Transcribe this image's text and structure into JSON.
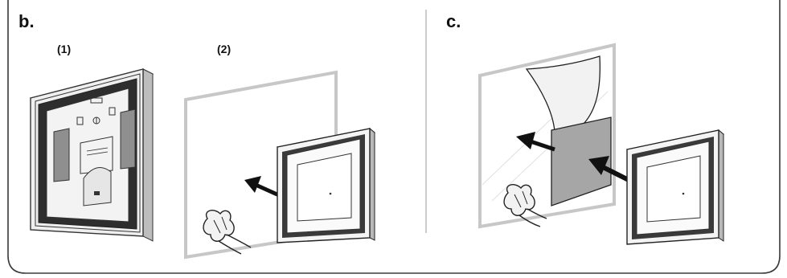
{
  "panels": [
    {
      "label": "b.",
      "steps": [
        "(1)",
        "(2)"
      ]
    },
    {
      "label": "c."
    }
  ],
  "colors": {
    "frame_dark": "#2a2a2a",
    "frame_mid": "#6d6d6d",
    "frame_light": "#d8d8d8",
    "tape_gray": "#9a9a9a",
    "wall_outline": "#c7c7c7",
    "adhesive_gray": "#a6a6a6",
    "arrow": "#111111"
  },
  "icons": [
    "mounting-plate-icon",
    "switch-frame-icon",
    "push-arrow-icon",
    "cleaning-cloth-hand-icon",
    "adhesive-sheet-icon",
    "peeled-liner-icon"
  ]
}
